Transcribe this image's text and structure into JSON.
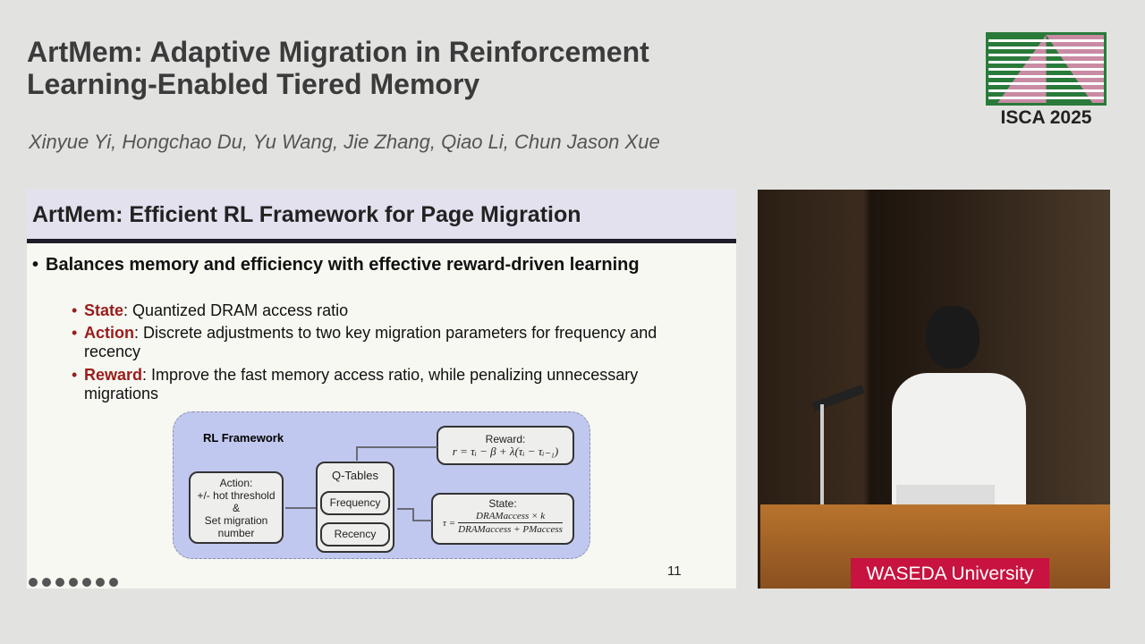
{
  "header": {
    "title_line1": "ArtMem: Adaptive Migration in Reinforcement",
    "title_line2": "Learning-Enabled Tiered Memory",
    "authors": "Xinyue Yi, Hongchao Du, Yu Wang, Jie Zhang, Qiao Li, Chun Jason Xue",
    "logo_text": "ISCA 2025"
  },
  "slide": {
    "title": "ArtMem: Efficient RL Framework for Page Migration",
    "bullet": "Balances memory and efficiency with effective reward-driven learning",
    "sub": [
      {
        "key": "State",
        "text": ": Quantized DRAM access ratio"
      },
      {
        "key": "Action",
        "text": ": Discrete adjustments to two key migration parameters for frequency and recency"
      },
      {
        "key": "Reward",
        "text": ": Improve the fast memory access ratio, while penalizing unnecessary migrations"
      }
    ],
    "diagram": {
      "label": "RL Framework",
      "reward_title": "Reward:",
      "reward_formula": "r = τᵢ − β + λ(τᵢ − τᵢ₋₁)",
      "qtables": "Q-Tables",
      "frequency": "Frequency",
      "recency": "Recency",
      "action_l1": "Action:",
      "action_l2": "+/- hot threshold",
      "action_l3": "&",
      "action_l4": "Set migration",
      "action_l5": "number",
      "state_title": "State:",
      "state_num": "DRAMaccess × k",
      "state_den": "DRAMaccess + PMaccess",
      "state_lhs": "τ ="
    },
    "page_number": "11"
  },
  "video": {
    "sign": "WASEDA University"
  },
  "colors": {
    "accent": "#9b1c1c",
    "header_band": "#e4e1ef",
    "diagram_bg": "#c1c8ef",
    "sign": "#c8123f"
  }
}
